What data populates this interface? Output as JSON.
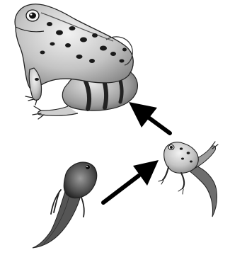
{
  "diagram": {
    "type": "frog life cycle",
    "stages": [
      {
        "id": "tadpole",
        "order": 1
      },
      {
        "id": "froglet",
        "order": 2
      },
      {
        "id": "adult-frog",
        "order": 3
      }
    ],
    "arrows": [
      {
        "from": "tadpole",
        "to": "froglet"
      },
      {
        "from": "froglet",
        "to": "adult-frog"
      }
    ],
    "colors": {
      "background": "#ffffff",
      "ink": "#111111",
      "skin_light": "#d9d9d9",
      "skin_mid": "#a8a8a8",
      "spots": "#1a1a1a"
    }
  }
}
